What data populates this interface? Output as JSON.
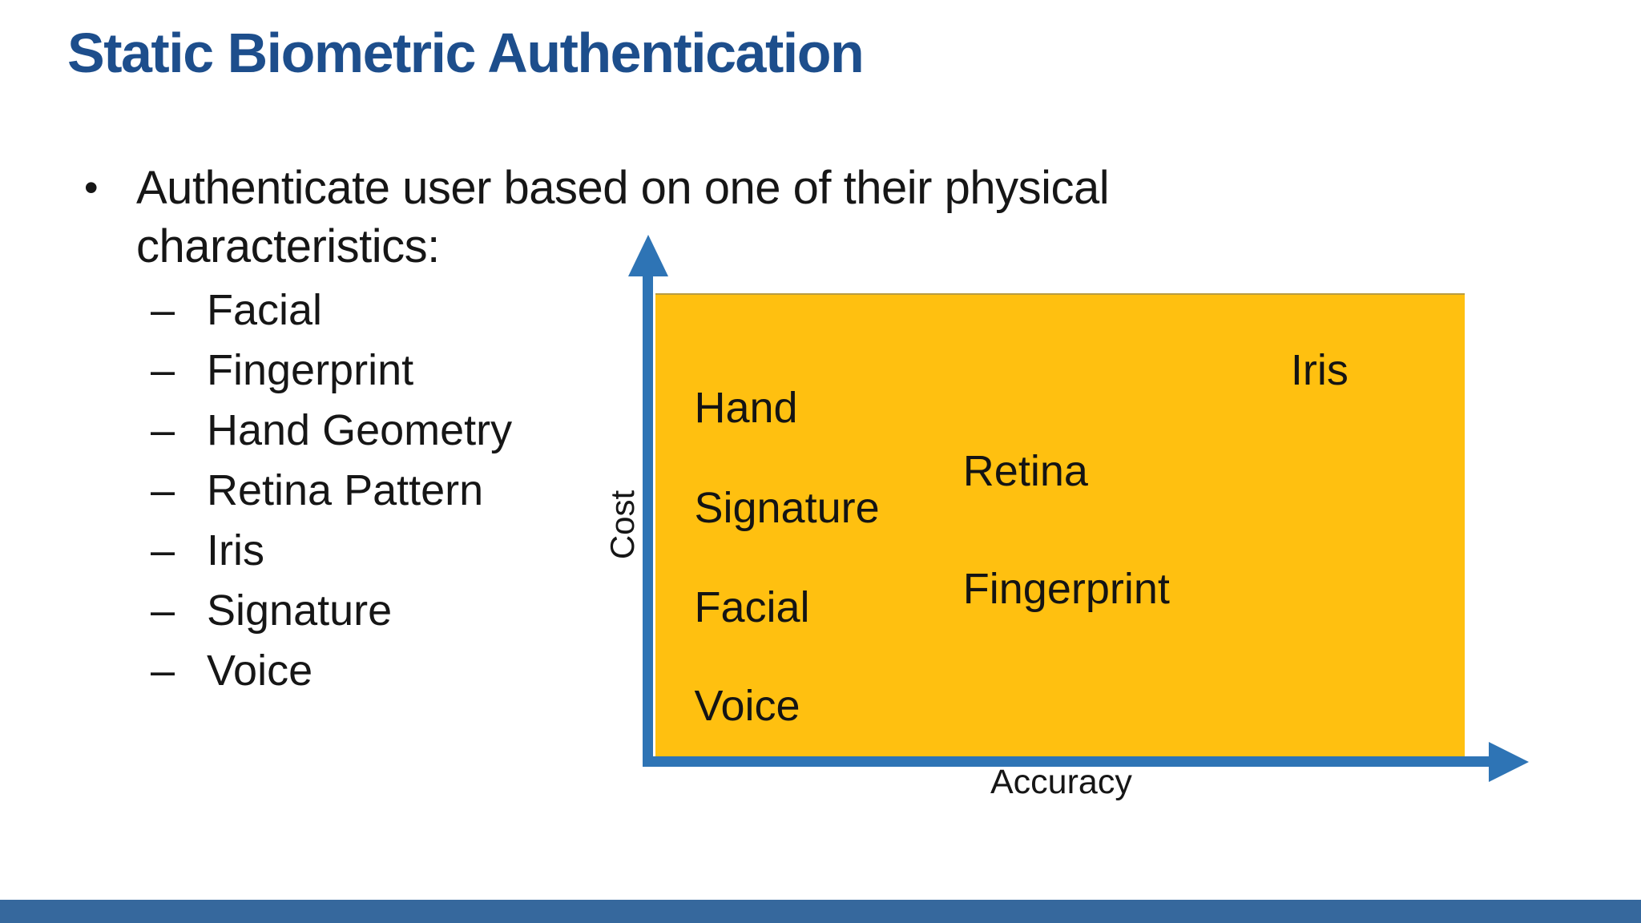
{
  "slide": {
    "title": "Static Biometric Authentication",
    "bullet_glyph": "•",
    "bullet_text": "Authenticate user based on one of their physical characteristics:",
    "dash_glyph": "–",
    "sub_items": [
      "Facial",
      "Fingerprint",
      "Hand Geometry",
      "Retina Pattern",
      "Iris",
      "Signature",
      "Voice"
    ]
  },
  "chart_data": {
    "type": "scatter",
    "title": "",
    "xlabel": "Accuracy",
    "ylabel": "Cost",
    "xlim": [
      0,
      1
    ],
    "ylim": [
      0,
      1
    ],
    "grid": false,
    "legend": false,
    "axes_style": "blue arrows, no ticks, gold filled plot area",
    "points": [
      {
        "label": "Hand",
        "x": 0.048,
        "y": 0.753
      },
      {
        "label": "Signature",
        "x": 0.048,
        "y": 0.537
      },
      {
        "label": "Facial",
        "x": 0.048,
        "y": 0.323
      },
      {
        "label": "Voice",
        "x": 0.048,
        "y": 0.111
      },
      {
        "label": "Retina",
        "x": 0.38,
        "y": 0.617
      },
      {
        "label": "Fingerprint",
        "x": 0.38,
        "y": 0.363
      },
      {
        "label": "Iris",
        "x": 0.785,
        "y": 0.834
      }
    ]
  },
  "colors": {
    "title_blue": "#1d4e8c",
    "axis_blue": "#2e74b5",
    "plot_fill": "#ffc010",
    "footer_blue": "#36689d",
    "text": "#161616",
    "background": "#ffffff"
  }
}
